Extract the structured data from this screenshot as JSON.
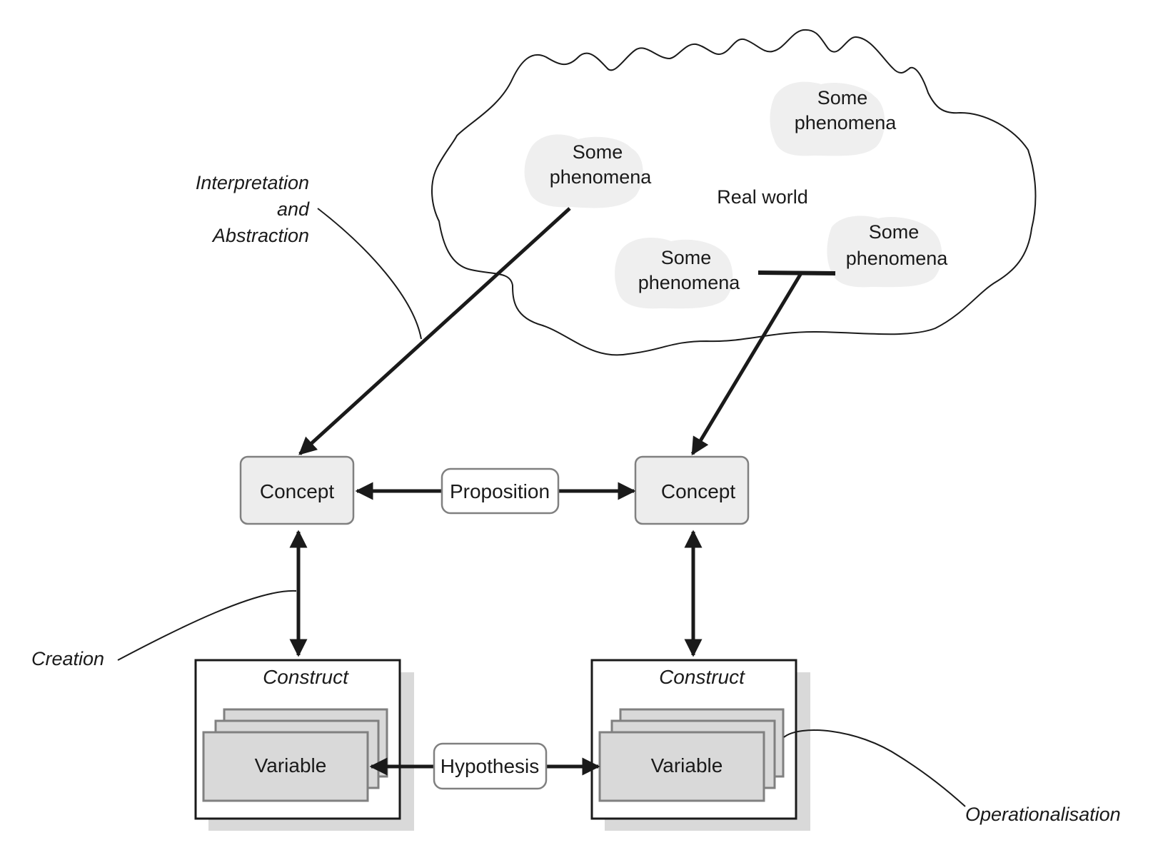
{
  "diagram": {
    "real_world": {
      "label": "Real world",
      "phenomena": [
        {
          "line1": "Some",
          "line2": "phenomena"
        },
        {
          "line1": "Some",
          "line2": "phenomena"
        },
        {
          "line1": "Some",
          "line2": "phenomena"
        },
        {
          "line1": "Some",
          "line2": "phenomena"
        }
      ]
    },
    "annotations": {
      "interpretation": {
        "line1": "Interpretation",
        "line2": "and",
        "line3": "Abstraction"
      },
      "creation": "Creation",
      "operationalisation": "Operationalisation"
    },
    "concepts": [
      {
        "label": "Concept"
      },
      {
        "label": "Concept"
      }
    ],
    "proposition": "Proposition",
    "hypothesis": "Hypothesis",
    "constructs": [
      {
        "title": "Construct",
        "variable": "Variable"
      },
      {
        "title": "Construct",
        "variable": "Variable"
      }
    ],
    "colors": {
      "stroke": "#1a1a1a",
      "box_fill": "#ededed",
      "box_border": "#808080",
      "variable_fill": "#d9d9d9",
      "shadow": "#d9d9d9",
      "cloud_fill": "#efefef"
    }
  }
}
